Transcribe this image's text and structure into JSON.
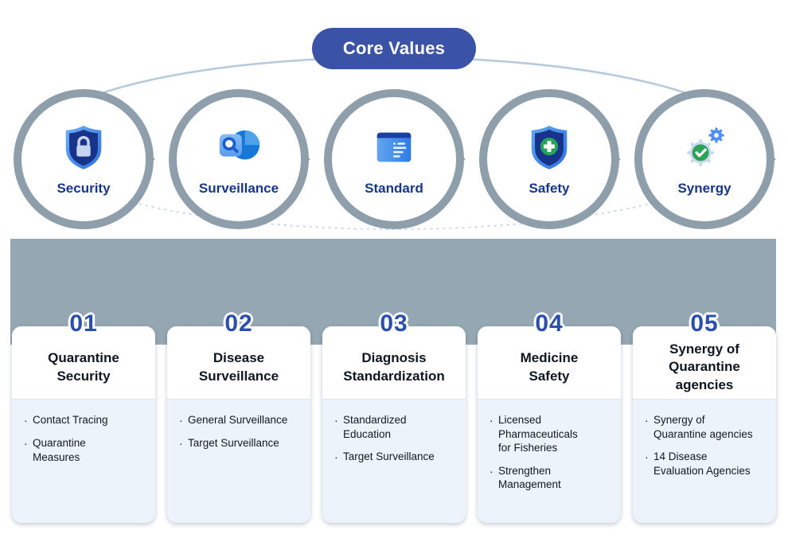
{
  "header": {
    "title": "Core Values"
  },
  "values": [
    {
      "label": "Security",
      "icon": "shield-lock-icon"
    },
    {
      "label": "Surveillance",
      "icon": "search-chart-icon"
    },
    {
      "label": "Standard",
      "icon": "document-list-icon"
    },
    {
      "label": "Safety",
      "icon": "shield-cross-icon"
    },
    {
      "label": "Synergy",
      "icon": "gears-check-icon"
    }
  ],
  "cards": [
    {
      "number": "01",
      "title": "Quarantine\nSecurity",
      "bullets": [
        "Contact Tracing",
        "Quarantine\nMeasures"
      ]
    },
    {
      "number": "02",
      "title": "Disease\nSurveillance",
      "bullets": [
        "General Surveillance",
        "Target Surveillance"
      ]
    },
    {
      "number": "03",
      "title": "Diagnosis\nStandardization",
      "bullets": [
        "Standardized\nEducation",
        "Target Surveillance"
      ]
    },
    {
      "number": "04",
      "title": "Medicine\nSafety",
      "bullets": [
        "Licensed\nPharmaceuticals\nfor Fisheries",
        "Strengthen\nManagement"
      ]
    },
    {
      "number": "05",
      "title": "Synergy of\nQuarantine\nagencies",
      "bullets": [
        "Synergy of\nQuarantine agencies",
        "14 Disease\nEvaluation Agencies"
      ]
    }
  ],
  "ui": {
    "bullet_marker": "·"
  },
  "colors": {
    "pill": "#3A53A6",
    "ring": "#8E9EAB",
    "label": "#16368C",
    "band": "#95A7B2",
    "number": "#2B4FAF",
    "card-body": "#EDF3FB",
    "connector": "#B7CBDF"
  }
}
